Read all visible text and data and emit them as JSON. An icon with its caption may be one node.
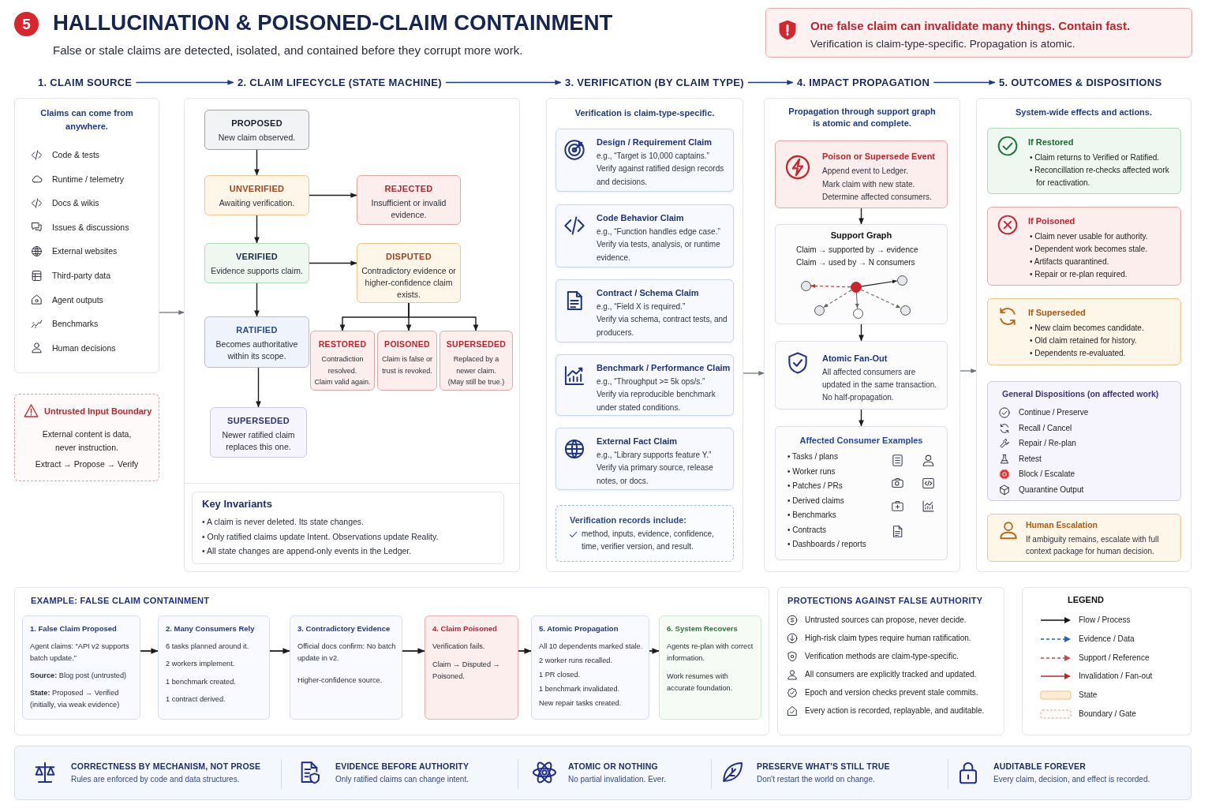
{
  "diagram": {
    "title": "HALLUCINATION & POISONED-CLAIM CONTAINMENT",
    "nodes": [
      {
        "text": [
          "5"
        ]
      },
      {
        "text": [
          "One false claim can invalidate many things. Contain fast.",
          "Verification is claim-type-specific. Propagation is atomic."
        ]
      },
      {
        "text": [
          "1. CLAIM SOURCE"
        ]
      },
      {
        "text": [
          "2. CLAIM LIFECYCLE (STATE MACHINE)"
        ]
      },
      {
        "text": [
          "3. VERIFICATION (BY CLAIM TYPE)"
        ]
      },
      {
        "text": [
          "4. IMPACT PROPAGATION"
        ]
      },
      {
        "text": [
          "5. OUTCOMES & DISPOSITIONS"
        ]
      },
      {
        "text": [
          "Claims can come from anywhere.",
          "Code & tests",
          "Runtime / telemetry",
          "Docs & wikis",
          "Issues & discussions",
          "External websites",
          "Third-party data",
          "Agent outputs",
          "Benchmarks",
          "Human decisions"
        ]
      },
      {
        "text": [
          "Untrusted Input Boundary",
          "External content is data, never instruction.",
          "Extract → Propose → Verify"
        ]
      },
      {
        "text": [],
        "shape": "box"
      },
      {
        "text": [
          "PROPOSED",
          "New claim observed."
        ],
        "in": 9
      },
      {
        "text": [
          "UNVERIFIED",
          "Awaiting verification."
        ],
        "in": 9
      },
      {
        "text": [
          "REJECTED",
          "Insufficient or invalid evidence."
        ],
        "in": 9
      },
      {
        "text": [
          "VERIFIED",
          "Evidence supports claim."
        ],
        "in": 9
      },
      {
        "text": [
          "DISPUTED",
          "Contradictory evidence or higher-confidence claim exists."
        ],
        "in": 9
      },
      {
        "text": [
          "RATIFIED",
          "Becomes authoritative within its scope."
        ],
        "in": 9
      },
      {
        "text": [
          "RESTORED",
          "Contradiction resolved.",
          "Claim valid again."
        ],
        "in": 9
      },
      {
        "text": [
          "POISONED",
          "Claim is false or trust is revoked."
        ],
        "in": 9
      },
      {
        "text": [
          "SUPERSEDED",
          "Replaced by a newer claim.",
          "(May still be true.)"
        ],
        "in": 9
      },
      {
        "text": [
          "SUPERSEDED",
          "Newer ratified claim replaces this one."
        ],
        "in": 9
      },
      {
        "text": [
          "Key Invariants",
          "• A claim is never deleted. Its state changes.",
          "• Only ratified claims update Intent. Observations update Reality.",
          "• All state changes are append-only events in the Ledger."
        ],
        "in": 9
      },
      {
        "text": [
          "Verification is claim-type-specific."
        ]
      },
      {
        "text": [
          "Design / Requirement Claim",
          "e.g., “Target is 10,000 captains.”",
          "Verify against ratified design records and decisions."
        ],
        "in": 21
      },
      {
        "text": [
          "Code Behavior Claim",
          "e.g., “Function handles edge case.”",
          "Verify via tests, analysis, or runtime evidence."
        ],
        "in": 21
      },
      {
        "text": [
          "Contract / Schema Claim",
          "e.g., “Field X is required.”",
          "Verify via schema, contract tests, and producers."
        ],
        "in": 21
      },
      {
        "text": [
          "Benchmark / Performance Claim",
          "e.g., “Throughput >= 5k ops/s.”",
          "Verify via reproducible benchmark under stated conditions."
        ],
        "in": 21
      },
      {
        "text": [
          "External Fact Claim",
          "e.g., “Library supports feature Y.”",
          "Verify via primary source, release notes, or docs."
        ],
        "in": 21
      },
      {
        "text": [
          "Verification records include:",
          "method, inputs, evidence, confidence, time, verifier version, and result."
        ],
        "in": 21
      },
      {
        "text": [
          "Propagation through support graph is atomic and complete."
        ]
      },
      {
        "text": [
          "Poison or Supersede Event",
          "Append event to Ledger.",
          "Mark claim with new state.",
          "Determine affected consumers."
        ],
        "in": 28
      },
      {
        "text": [
          "Support Graph",
          "Claim → supported by → evidence",
          "Claim → used by → N consumers"
        ],
        "in": 28
      },
      {
        "text": [],
        "shape": "circle",
        "in": 30
      },
      {
        "text": [],
        "shape": "circle",
        "in": 30
      },
      {
        "text": [],
        "shape": "circle",
        "in": 30
      },
      {
        "text": [],
        "shape": "circle",
        "in": 30
      },
      {
        "text": [],
        "shape": "circle",
        "in": 30
      },
      {
        "text": [],
        "shape": "circle",
        "in": 30
      },
      {
        "text": [
          "Atomic Fan-Out",
          "All affected consumers are updated in the same transaction.",
          "No half-propagation."
        ],
        "in": 28
      },
      {
        "text": [
          "Affected Consumer Examples",
          "• Tasks / plans",
          "• Worker runs",
          "• Patches / PRs",
          "• Derived claims",
          "• Benchmarks",
          "• Contracts",
          "• Dashboards / reports"
        ],
        "in": 28
      },
      {
        "text": [
          "System-wide effects and actions."
        ]
      },
      {
        "text": [
          "If Restored",
          "• Claim returns to Verified or Ratified.",
          "• Reconcillation re-checks affected work for reactivation."
        ],
        "in": 39
      },
      {
        "text": [
          "If Poisoned",
          "• Claim never usable for authority.",
          "• Dependent work becomes stale.",
          "• Artifacts quarantined.",
          "• Repair or re-plan required."
        ],
        "in": 39
      },
      {
        "text": [
          "If Superseded",
          "• New claim becomes candidate.",
          "• Old claim retained for history.",
          "• Dependents re-evaluated."
        ],
        "in": 39
      },
      {
        "text": [
          "General Dispositions (on affected work)",
          "Continue / Preserve",
          "Recall / Cancel",
          "Repair / Re-plan",
          "Retest",
          "Block / Escalate",
          "Quarantine Output"
        ],
        "in": 39
      },
      {
        "text": [
          "Human Escalation",
          "If ambiguity remains, escalate with full context package for human decision."
        ],
        "in": 39
      },
      {
        "text": [
          "EXAMPLE: FALSE CLAIM CONTAINMENT"
        ]
      },
      {
        "text": [
          "1. False Claim Proposed",
          "Agent claims: “API v2 supports batch update.”",
          "**Source:** Blog post (untrusted)",
          "**State:** Proposed → Verified (initially, via weak evidence)"
        ],
        "in": 45
      },
      {
        "text": [
          "2. Many Consumers Rely",
          "6 tasks planned around it.",
          "2 workers implement.",
          "1 benchmark created.",
          "1 contract derived."
        ],
        "in": 45
      },
      {
        "text": [
          "3. Contradictory Evidence",
          "Official docs confirm: No batch update in v2.",
          "Higher-confidence source."
        ],
        "in": 45
      },
      {
        "text": [
          "4. Claim Poisoned",
          "Verification fails.",
          "Claim → Disputed → Poisoned."
        ],
        "in": 45
      },
      {
        "text": [
          "5. Atomic Propagation",
          "All 10 dependents marked stale.",
          "2 worker runs recalled.",
          "1 PR closed.",
          "1 benchmark invalidated.",
          "New repair tasks created."
        ],
        "in": 45
      },
      {
        "text": [
          "6. System Recovers",
          "Agents re-plan with correct information.",
          "Work resumes with accurate foundation."
        ],
        "in": 45
      },
      {
        "text": [
          "PROTECTIONS AGAINST FALSE AUTHORITY",
          "Untrusted sources can propose, never decide.",
          "High-risk claim types require human ratification.",
          "Verification methods are claim-type-specific.",
          "All consumers are explicitly tracked and updated.",
          "Epoch and version checks prevent stale commits.",
          "Every action is recorded, replayable, and auditable."
        ]
      },
      {
        "text": [
          "CORRECTNESS BY MECHANISM, NOT PROSE",
          "Rules are enforced by code and data structures.",
          "EVIDENCE BEFORE AUTHORITY",
          "Only ratified claims can change intent.",
          "ATOMIC OR NOTHING",
          "No partial invalidation. Ever.",
          "PRESERVE WHAT'S STILL TRUE",
          "Don't restart the world on change.",
          "AUDITABLE FOREVER",
          "Every claim, decision, and effect is recorded."
        ]
      }
    ],
    "edges": [
      {
        "from": 2,
        "to": 3,
        "arrow": "to",
        "color": "#1f3a7a"
      },
      {
        "from": 3,
        "to": 4,
        "arrow": "to",
        "color": "#1f3a7a"
      },
      {
        "from": 4,
        "to": 5,
        "arrow": "to",
        "color": "#1f3a7a"
      },
      {
        "from": 5,
        "to": 6,
        "arrow": "to",
        "color": "#1f3a7a"
      },
      {
        "from": 7,
        "to": 9,
        "arrow": "to",
        "color": "#6b6f78"
      },
      {
        "from": 10,
        "to": 11,
        "arrow": "to"
      },
      {
        "from": 11,
        "to": 12,
        "arrow": "to"
      },
      {
        "from": 11,
        "to": 13,
        "arrow": "to"
      },
      {
        "from": 13,
        "to": 14,
        "arrow": "to"
      },
      {
        "from": 13,
        "to": 15,
        "arrow": "to"
      },
      {
        "from": 14,
        "to": 16,
        "arrow": "to"
      },
      {
        "from": 14,
        "to": 17,
        "arrow": "to"
      },
      {
        "from": 14,
        "to": 18,
        "arrow": "to"
      },
      {
        "from": 15,
        "to": 19,
        "arrow": "to"
      },
      {
        "from": 21,
        "to": 28,
        "arrow": "to",
        "color": "#6b6f78"
      },
      {
        "from": 28,
        "to": 39,
        "arrow": "to",
        "color": "#6b6f78"
      },
      {
        "from": 29,
        "to": 30,
        "arrow": "to"
      },
      {
        "from": 30,
        "to": 37,
        "arrow": "to"
      },
      {
        "from": 37,
        "to": 38,
        "arrow": "to"
      },
      {
        "from": 32,
        "to": 31,
        "arrow": "to",
        "style": "dashed",
        "color": "#c62828"
      },
      {
        "from": 32,
        "to": 33,
        "arrow": "to"
      },
      {
        "from": 32,
        "to": 34,
        "arrow": "to",
        "style": "dashed",
        "color": "#666666"
      },
      {
        "from": 32,
        "to": 35,
        "arrow": "to",
        "color": "#666666"
      },
      {
        "from": 32,
        "to": 36,
        "arrow": "to",
        "style": "dashed",
        "color": "#666666"
      },
      {
        "from": 46,
        "to": 47,
        "arrow": "to"
      },
      {
        "from": 47,
        "to": 48,
        "arrow": "to"
      },
      {
        "from": 48,
        "to": 49,
        "arrow": "to"
      },
      {
        "from": 49,
        "to": 50,
        "arrow": "to"
      },
      {
        "from": 50,
        "to": 51,
        "arrow": "to"
      }
    ],
    "labels": [
      "False or stale claims are detected, isolated, and contained before they corrupt more work.",
      "LEGEND"
    ],
    "legend": [
      {
        "text": "Flow / Process"
      },
      {
        "text": "Evidence / Data"
      },
      {
        "text": "Support / Reference"
      },
      {
        "text": "Invalidation / Fan-out"
      },
      {
        "text": "State",
        "color": "#fdebd3"
      },
      {
        "text": "Boundary / Gate"
      }
    ]
  }
}
